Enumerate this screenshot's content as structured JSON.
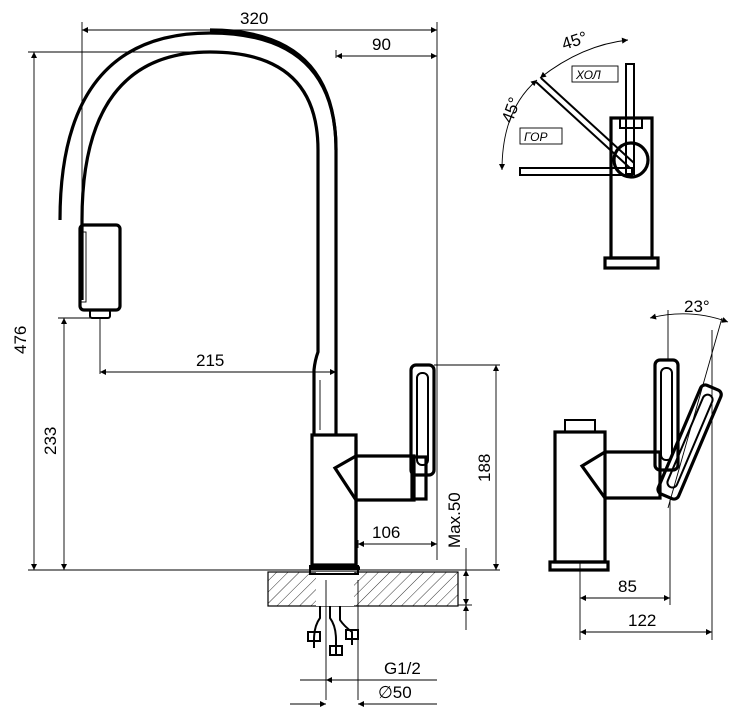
{
  "dimensions": {
    "overall_width": "320",
    "spout_offset": "90",
    "overall_height": "476",
    "aerator_height": "233",
    "reach": "215",
    "body_height": "188",
    "max_thickness": "Max.50",
    "lever_reach": "106",
    "thread": "G1/2",
    "diameter": "∅50",
    "side_depth": "85",
    "side_width": "122",
    "tilt_angle": "23°",
    "rotate_left": "45°",
    "rotate_right": "45°"
  },
  "labels": {
    "cold": "ХОЛ",
    "hot": "ГОР"
  },
  "icons": {
    "arrowhead": "dimension-arrow-icon",
    "diameter": "diameter-icon"
  }
}
